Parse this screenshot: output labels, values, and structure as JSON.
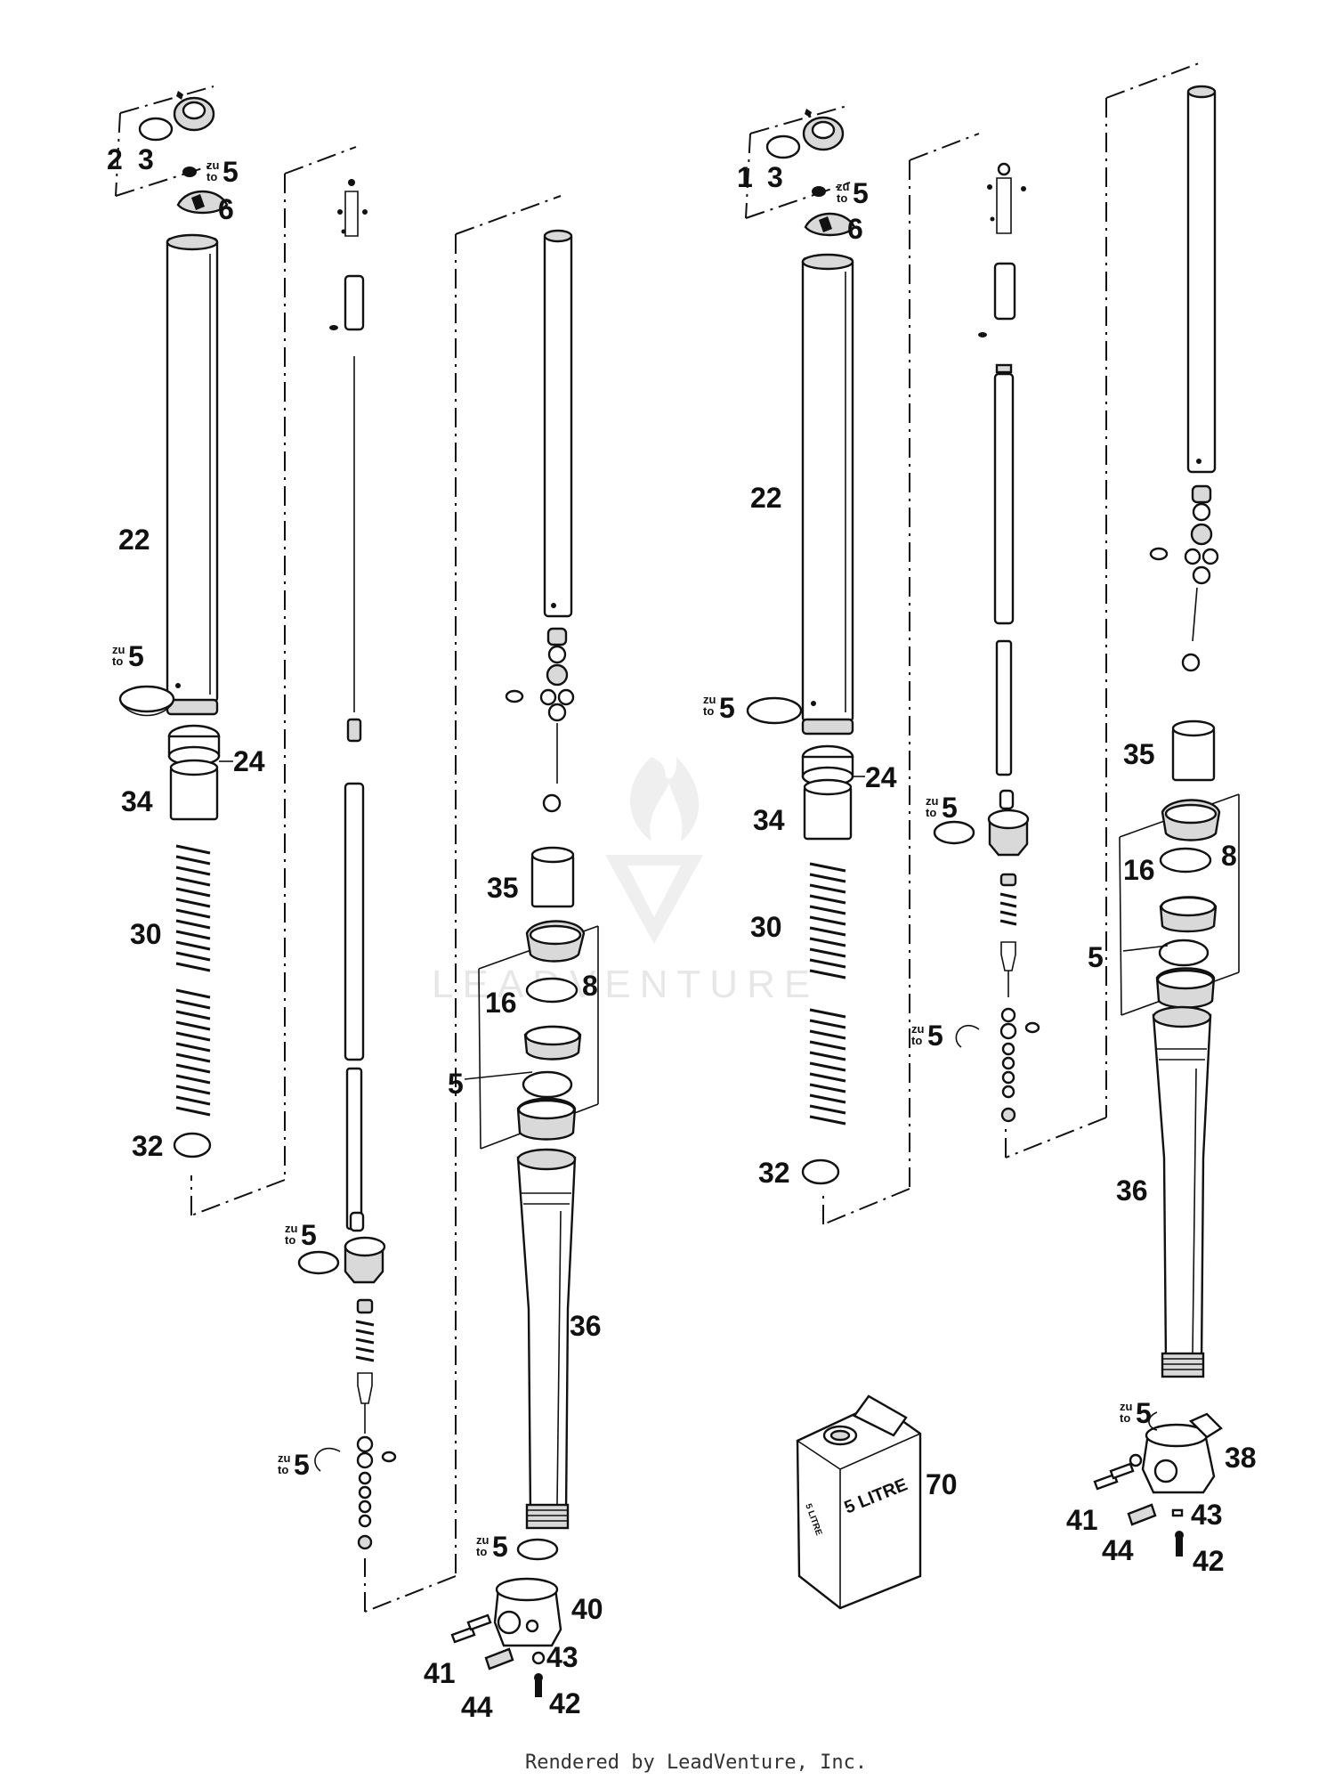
{
  "diagram": {
    "watermark": "LEADVENTURE",
    "footer": "Rendered by LeadVenture, Inc.",
    "zu_to_top": "zu",
    "zu_to_bottom": "to",
    "left_fork": {
      "labels": {
        "p2": "2",
        "p3": "3",
        "p5_cap": "5",
        "p6": "6",
        "p22": "22",
        "p5_tube": "5",
        "p24": "24",
        "p34": "34",
        "p30": "30",
        "p32": "32",
        "p35": "35",
        "p16": "16",
        "p8": "8",
        "p5_group": "5",
        "p36": "36",
        "p5_mid": "5",
        "p5_clip": "5",
        "p5_axle": "5",
        "p40": "40",
        "p41": "41",
        "p43": "43",
        "p44": "44",
        "p42": "42"
      }
    },
    "right_fork": {
      "labels": {
        "p1": "1",
        "p3": "3",
        "p5_cap": "5",
        "p6": "6",
        "p22": "22",
        "p5_tube": "5",
        "p24": "24",
        "p34": "34",
        "p30": "30",
        "p32": "32",
        "p5_mid": "5",
        "p5_clip": "5",
        "p35": "35",
        "p16": "16",
        "p8": "8",
        "p5_group": "5",
        "p36": "36",
        "p5_axle": "5",
        "p38": "38",
        "p41": "41",
        "p43": "43",
        "p44": "44",
        "p42": "42"
      }
    },
    "oil_can": {
      "label": "70",
      "print": "5 LITRE",
      "side_print": "5 LITRE"
    }
  }
}
